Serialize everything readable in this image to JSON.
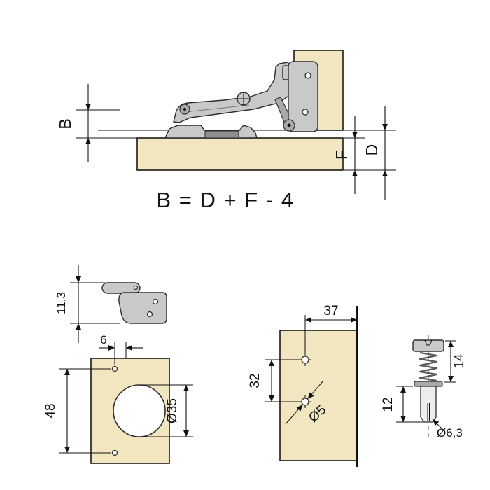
{
  "colors": {
    "panel": "#f2e6c0",
    "metal": "#c9c9c9",
    "outline": "#1a1a1a"
  },
  "assembly": {
    "dim_b": "B",
    "dim_f": "F",
    "dim_d": "D",
    "formula": "B = D + F - 4"
  },
  "plate_side_view": {
    "height": "11,3"
  },
  "drilling_template": {
    "edge_offset": "6",
    "hole_spacing": "48",
    "cup_diameter": "Ø35"
  },
  "mounting_plate": {
    "depth": "37",
    "hole_spacing": "32",
    "hole_diameter": "Ø5"
  },
  "screw": {
    "upper_length": "14",
    "lower_length": "12",
    "diameter": "Ø6,3"
  }
}
